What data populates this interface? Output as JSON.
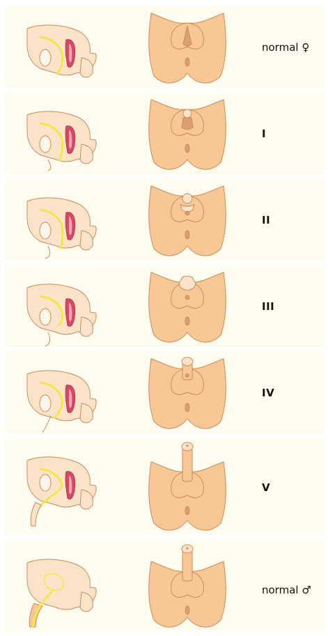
{
  "colors": {
    "panel_bg": "#fefcee",
    "skin": "#f7c896",
    "skin_light": "#fbe3c9",
    "skin_stroke": "#c98c5a",
    "dark_skin": "#dca06e",
    "yellow": "#f3e84a",
    "pink_dark": "#d84a63",
    "pink_light": "#f2a5b3"
  },
  "rows": [
    {
      "label": "normal ♀"
    },
    {
      "label": "I"
    },
    {
      "label": "II"
    },
    {
      "label": "III"
    },
    {
      "label": "IV"
    },
    {
      "label": "V"
    },
    {
      "label": "normal ♂"
    }
  ]
}
